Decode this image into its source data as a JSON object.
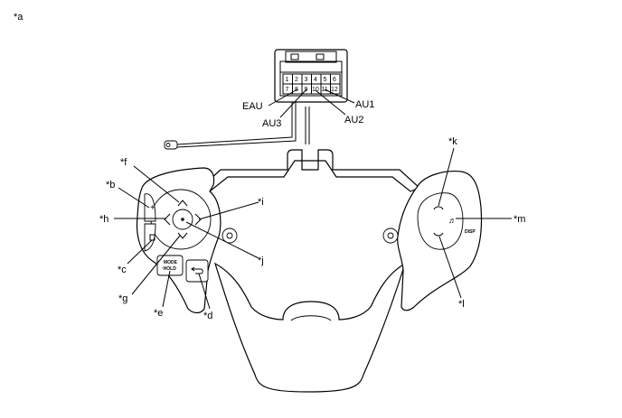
{
  "figure_label": "*a",
  "connector": {
    "pins_top": [
      "1",
      "2",
      "3",
      "4",
      "5",
      "6"
    ],
    "pins_bottom": [
      "7",
      "8",
      "9",
      "10",
      "11",
      "12"
    ],
    "terminals": {
      "eau": "EAU",
      "au1": "AU1",
      "au2": "AU2",
      "au3": "AU3"
    }
  },
  "switch_text": {
    "mode": "MODE",
    "hold": "·HOLD",
    "disp": "DISP"
  },
  "callouts": {
    "b": "*b",
    "c": "*c",
    "d": "*d",
    "e": "*e",
    "f": "*f",
    "g": "*g",
    "h": "*h",
    "i": "*i",
    "j": "*j",
    "k": "*k",
    "l": "*l",
    "m": "*m"
  }
}
